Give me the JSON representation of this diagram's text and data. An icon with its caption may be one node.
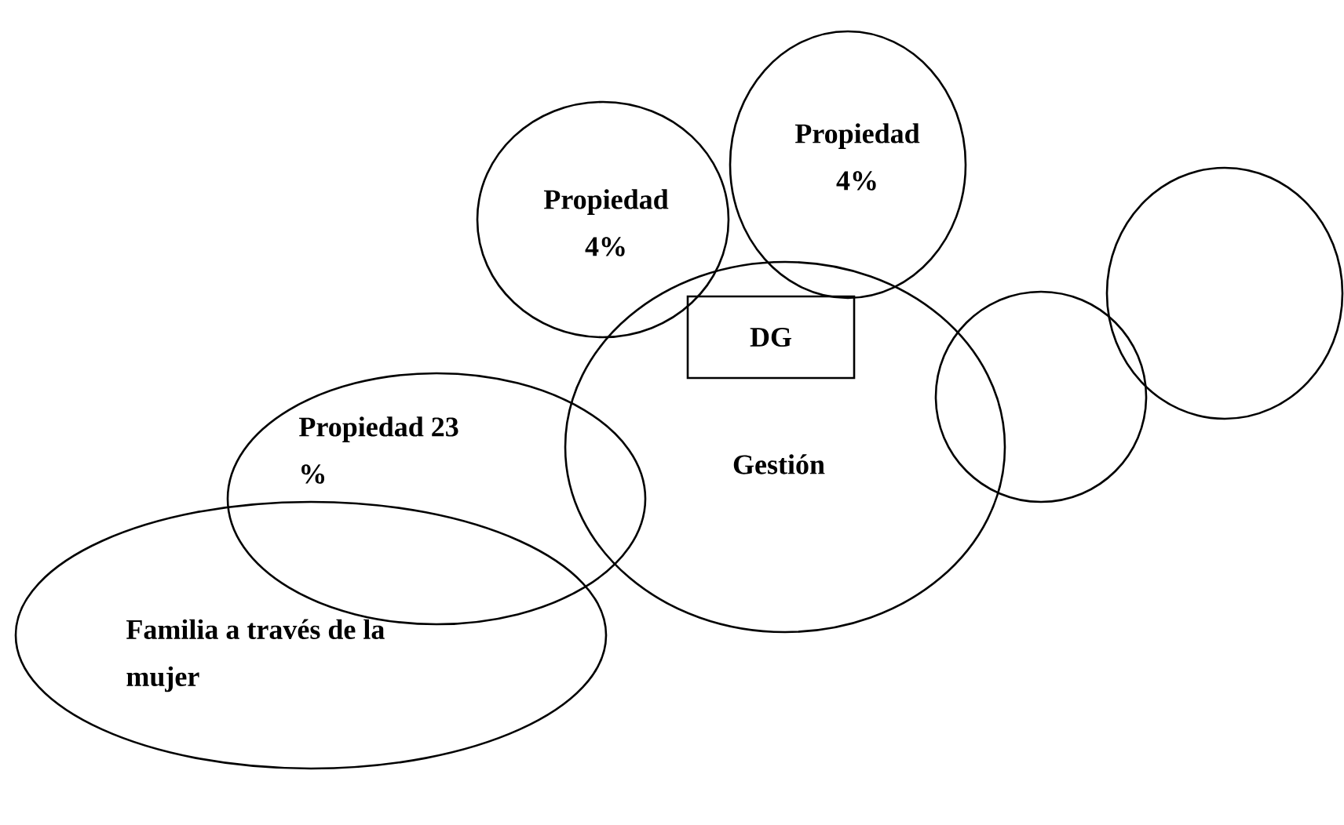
{
  "diagram": {
    "nodes": [
      {
        "text": [
          "Propiedad 4%"
        ]
      },
      {
        "text": [
          "Propiedad 4%"
        ]
      },
      {
        "text": [
          "DG"
        ],
        "in": 4
      },
      {
        "text": [
          "Propiedad 23 %"
        ]
      },
      {
        "text": [
          "Gestión"
        ]
      },
      {
        "text": [
          "Familia a través de la mujer"
        ]
      },
      {
        "text": [],
        "shape": "circle"
      },
      {
        "text": [],
        "shape": "circle"
      }
    ]
  }
}
